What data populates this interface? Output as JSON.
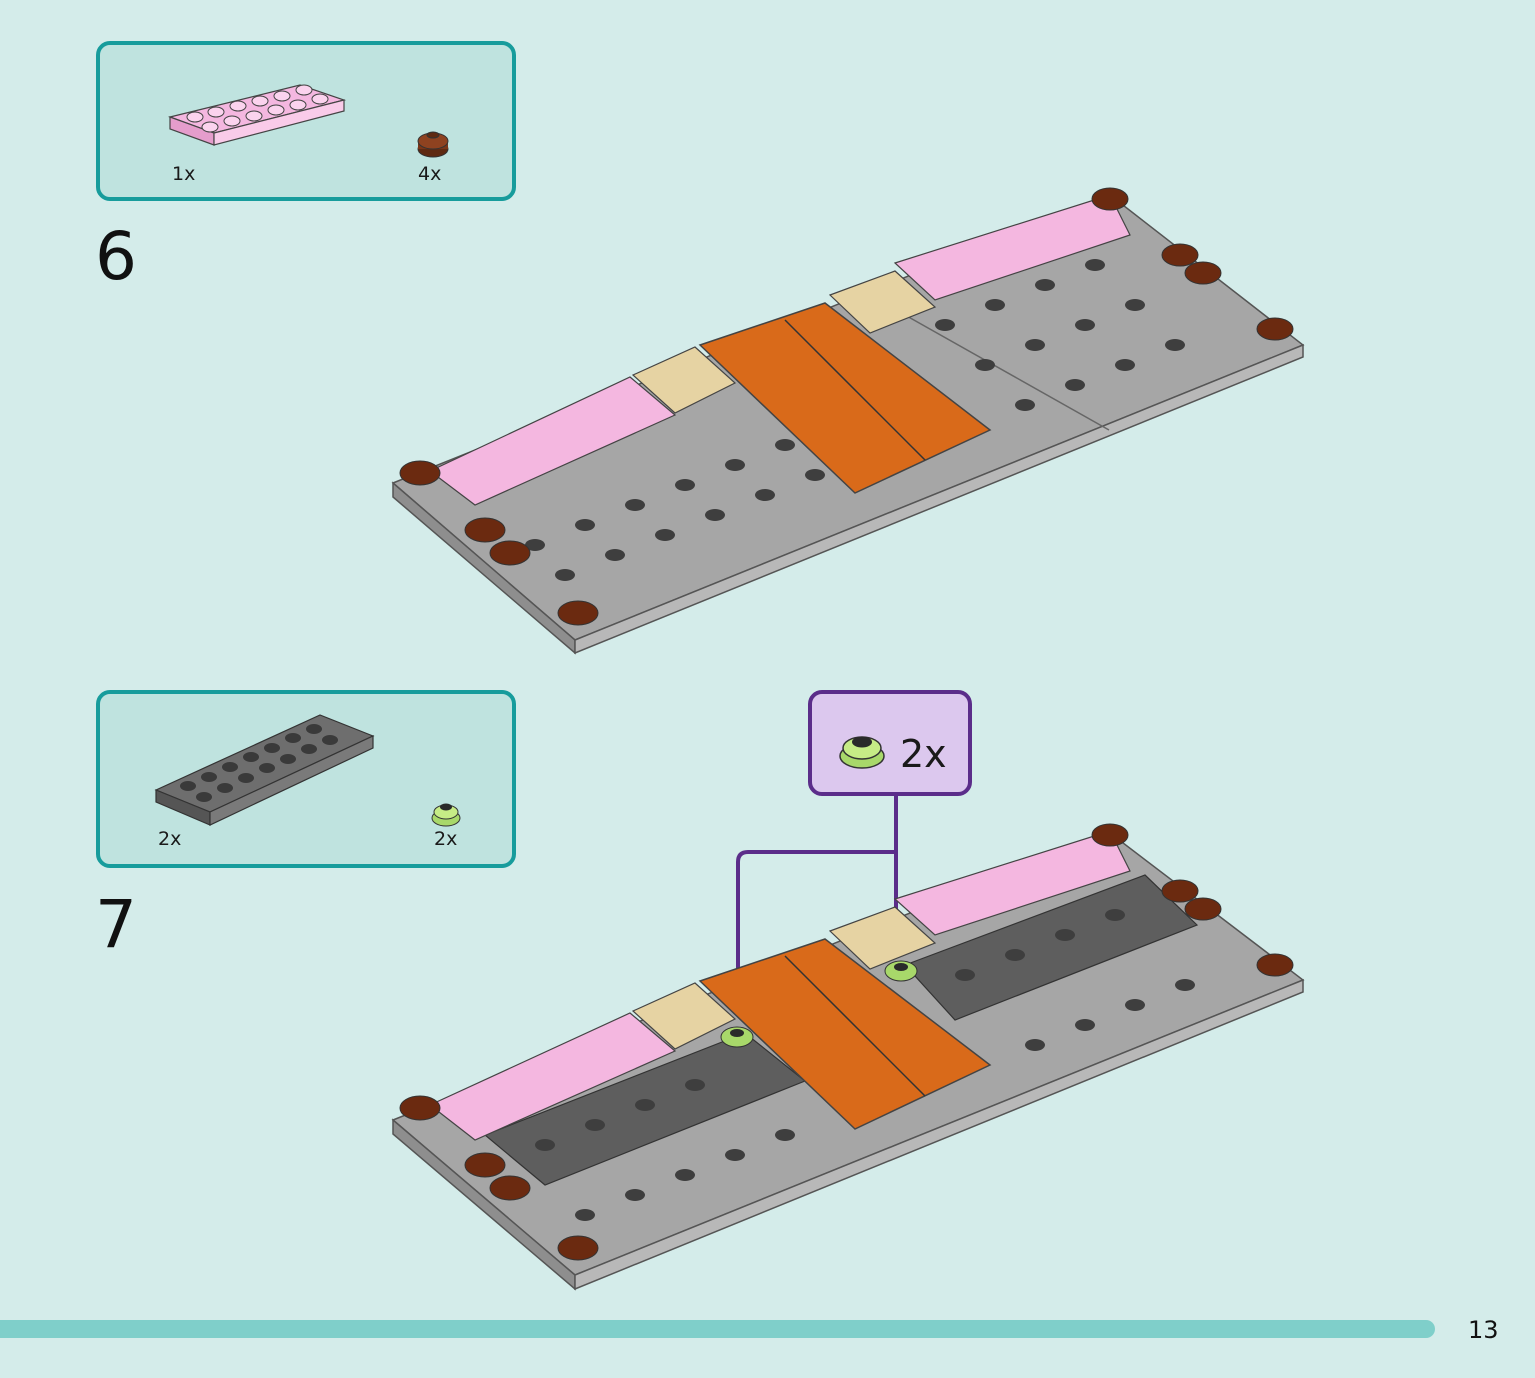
{
  "steps": [
    {
      "number": "6",
      "parts": [
        {
          "quantity": "1x",
          "icon": "pink-plate-2x6-icon"
        },
        {
          "quantity": "4x",
          "icon": "brown-round-tile-icon"
        }
      ]
    },
    {
      "number": "7",
      "parts": [
        {
          "quantity": "2x",
          "icon": "dark-gray-plate-2x8-icon"
        },
        {
          "quantity": "2x",
          "icon": "lime-flower-plate-icon"
        }
      ],
      "callout": {
        "quantity": "2x",
        "icon": "lime-flower-plate-icon"
      }
    }
  ],
  "page_number": "13",
  "colors": {
    "background": "#d4ecea",
    "box_border": "#179c9c",
    "box_fill": "#bfe3df",
    "callout_border": "#5b2d8a",
    "callout_fill": "#dcc8ee",
    "footer_bar": "#7fcfca"
  }
}
